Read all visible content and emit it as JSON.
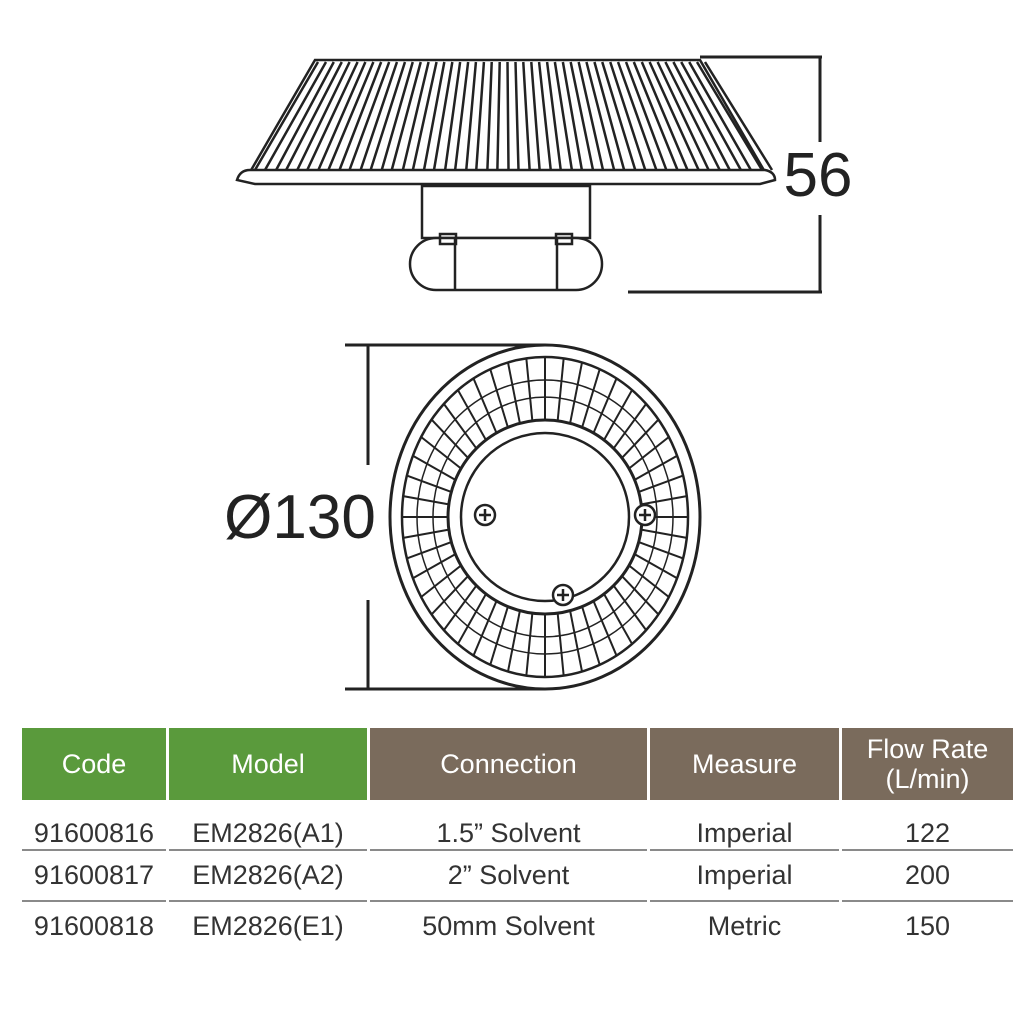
{
  "dimensions": {
    "height": "56",
    "diameter": "Ø130"
  },
  "colors": {
    "header_green": "#5a9a3c",
    "header_brown": "#7a6b5c"
  },
  "table": {
    "headers": [
      "Code",
      "Model",
      "Connection",
      "Measure",
      "Flow Rate (L/min)"
    ],
    "rows": [
      [
        "91600816",
        "EM2826(A1)",
        "1.5” Solvent",
        "Imperial",
        "122"
      ],
      [
        "91600817",
        "EM2826(A2)",
        "2” Solvent",
        "Imperial",
        "200"
      ],
      [
        "91600818",
        "EM2826(E1)",
        "50mm Solvent",
        "Metric",
        "150"
      ]
    ]
  }
}
